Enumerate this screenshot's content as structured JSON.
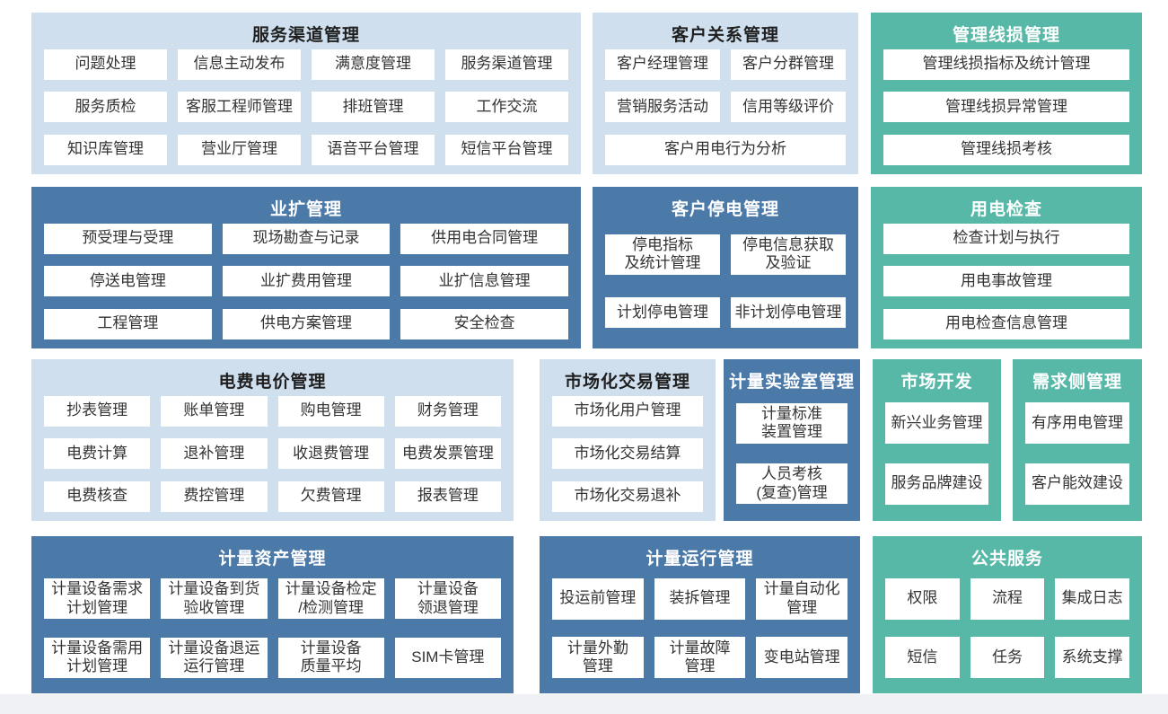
{
  "colors": {
    "page_background": "#ffffff",
    "light_blue_block": "#cfdfee",
    "dark_blue_block": "#4b79a8",
    "teal_block": "#58b8a7",
    "item_background": "#ffffff",
    "item_text": "#333333",
    "light_block_title_text": "#1f1f1f",
    "dark_block_title_text": "#ffffff",
    "bottom_strip": "#f0f1f4"
  },
  "blocks": [
    {
      "id": "service-channel",
      "title": "服务渠道管理",
      "theme": "light",
      "items": [
        {
          "label": "问题处理"
        },
        {
          "label": "信息主动发布"
        },
        {
          "label": "满意度管理"
        },
        {
          "label": "服务渠道管理"
        },
        {
          "label": "服务质检"
        },
        {
          "label": "客服工程师管理"
        },
        {
          "label": "排班管理"
        },
        {
          "label": "工作交流"
        },
        {
          "label": "知识库管理"
        },
        {
          "label": "营业厅管理"
        },
        {
          "label": "语音平台管理"
        },
        {
          "label": "短信平台管理"
        }
      ]
    },
    {
      "id": "customer-relation",
      "title": "客户关系管理",
      "theme": "light",
      "items": [
        {
          "label": "客户经理管理"
        },
        {
          "label": "客户分群管理"
        },
        {
          "label": "营销服务活动"
        },
        {
          "label": "信用等级评价"
        },
        {
          "label": "客户用电行为分析"
        }
      ]
    },
    {
      "id": "line-loss",
      "title": "管理线损管理",
      "theme": "teal",
      "items": [
        {
          "label": "管理线损指标及统计管理"
        },
        {
          "label": "管理线损异常管理"
        },
        {
          "label": "管理线损考核"
        }
      ]
    },
    {
      "id": "business-expansion",
      "title": "业扩管理",
      "theme": "dark",
      "items": [
        {
          "label": "预受理与受理"
        },
        {
          "label": "现场勘查与记录"
        },
        {
          "label": "供用电合同管理"
        },
        {
          "label": "停送电管理"
        },
        {
          "label": "业扩费用管理"
        },
        {
          "label": "业扩信息管理"
        },
        {
          "label": "工程管理"
        },
        {
          "label": "供电方案管理"
        },
        {
          "label": "安全检查"
        }
      ]
    },
    {
      "id": "customer-outage",
      "title": "客户停电管理",
      "theme": "dark",
      "items": [
        {
          "label": "停电指标\n及统计管理"
        },
        {
          "label": "停电信息获取\n及验证"
        },
        {
          "label": "计划停电管理"
        },
        {
          "label": "非计划停电管理"
        }
      ]
    },
    {
      "id": "power-inspection",
      "title": "用电检查",
      "theme": "teal",
      "items": [
        {
          "label": "检查计划与执行"
        },
        {
          "label": "用电事故管理"
        },
        {
          "label": "用电检查信息管理"
        }
      ]
    },
    {
      "id": "tariff",
      "title": "电费电价管理",
      "theme": "light",
      "items": [
        {
          "label": "抄表管理"
        },
        {
          "label": "账单管理"
        },
        {
          "label": "购电管理"
        },
        {
          "label": "财务管理"
        },
        {
          "label": "电费计算"
        },
        {
          "label": "退补管理"
        },
        {
          "label": "收退费管理"
        },
        {
          "label": "电费发票管理"
        },
        {
          "label": "电费核查"
        },
        {
          "label": "费控管理"
        },
        {
          "label": "欠费管理"
        },
        {
          "label": "报表管理"
        }
      ]
    },
    {
      "id": "market-trade",
      "title": "市场化交易管理",
      "theme": "light",
      "items": [
        {
          "label": "市场化用户管理"
        },
        {
          "label": "市场化交易结算"
        },
        {
          "label": "市场化交易退补"
        }
      ]
    },
    {
      "id": "metering-lab",
      "title": "计量实验室管理",
      "theme": "dark",
      "items": [
        {
          "label": "计量标准\n装置管理"
        },
        {
          "label": "人员考核\n(复查)管理"
        }
      ]
    },
    {
      "id": "market-dev",
      "title": "市场开发",
      "theme": "teal",
      "items": [
        {
          "label": "新兴业务管理"
        },
        {
          "label": "服务品牌建设"
        }
      ]
    },
    {
      "id": "demand-side",
      "title": "需求侧管理",
      "theme": "teal",
      "items": [
        {
          "label": "有序用电管理"
        },
        {
          "label": "客户能效建设"
        }
      ]
    },
    {
      "id": "metering-asset",
      "title": "计量资产管理",
      "theme": "dark",
      "items": [
        {
          "label": "计量设备需求\n计划管理"
        },
        {
          "label": "计量设备到货\n验收管理"
        },
        {
          "label": "计量设备检定\n/检测管理"
        },
        {
          "label": "计量设备\n领退管理"
        },
        {
          "label": "计量设备需用\n计划管理"
        },
        {
          "label": "计量设备退运\n运行管理"
        },
        {
          "label": "计量设备\n质量平均"
        },
        {
          "label": "SIM卡管理"
        }
      ]
    },
    {
      "id": "metering-operation",
      "title": "计量运行管理",
      "theme": "dark",
      "items": [
        {
          "label": "投运前管理"
        },
        {
          "label": "装拆管理"
        },
        {
          "label": "计量自动化\n管理"
        },
        {
          "label": "计量外勤\n管理"
        },
        {
          "label": "计量故障\n管理"
        },
        {
          "label": "变电站管理"
        }
      ]
    },
    {
      "id": "public-service",
      "title": "公共服务",
      "theme": "teal",
      "items": [
        {
          "label": "权限"
        },
        {
          "label": "流程"
        },
        {
          "label": "集成日志"
        },
        {
          "label": "短信"
        },
        {
          "label": "任务"
        },
        {
          "label": "系统支撑"
        }
      ]
    }
  ]
}
